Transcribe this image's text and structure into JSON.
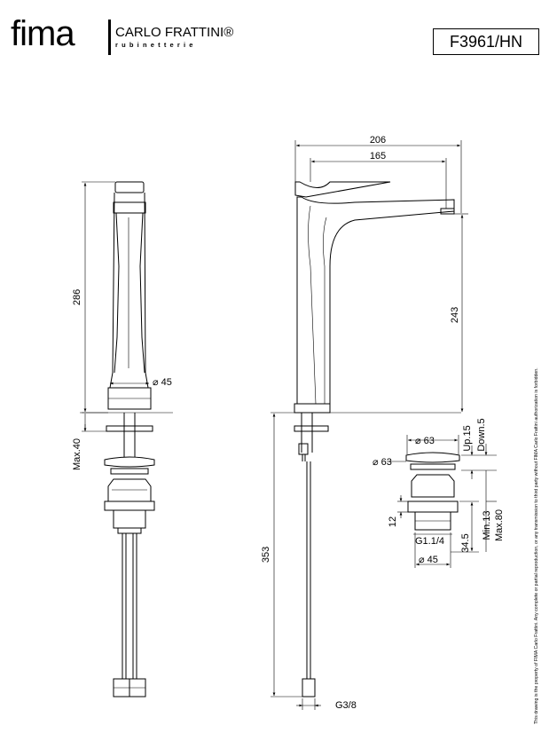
{
  "header": {
    "logo_word": "fima",
    "logo_brand": "CARLO FRATTINI®",
    "logo_sub": "rubinetterie",
    "product_code": "F3961/HN"
  },
  "dimensions": {
    "overall_height": "286",
    "body_diameter": "⌀ 45",
    "max_deck": "Max.40",
    "width_206": "206",
    "width_165": "165",
    "spout_height": "243",
    "drain_length": "353",
    "connection": "G3/8",
    "waste_top_dia": "⌀ 63",
    "waste_side_dia": "⌀ 63",
    "up": "Up.15",
    "down": "Down.5",
    "waste_12": "12",
    "waste_thread": "G1.1/4",
    "waste_345": "34.5",
    "waste_bottom_dia": "⌀ 45",
    "minmax_min": "Min.13",
    "minmax_max": "Max.80"
  },
  "legal_text": "This drawing is the property of FIMA Carlo Frattini. Any complete or partial reproduction, or any transmission to third party without FIMA Carlo Frattini authorization is forbidden."
}
